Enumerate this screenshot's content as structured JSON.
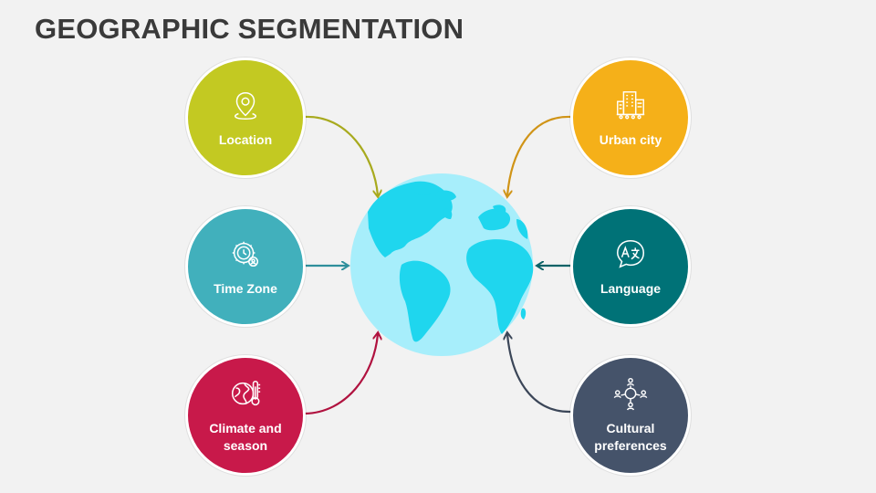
{
  "title": "GEOGRAPHIC SEGMENTATION",
  "colors": {
    "location": "#c3c922",
    "time_zone": "#41b0bc",
    "climate": "#c8194a",
    "urban": "#f5b019",
    "language": "#007277",
    "cultural": "#45536a",
    "globe_water": "#a7eefb",
    "globe_land": "#1fd6ee"
  },
  "nodes": {
    "location": {
      "label": "Location",
      "icon": "map-pin-icon"
    },
    "time_zone": {
      "label": "Time Zone",
      "icon": "clock-gear-icon"
    },
    "climate": {
      "label": "Climate and\nseason",
      "icon": "globe-thermometer-icon"
    },
    "urban": {
      "label": "Urban city",
      "icon": "city-buildings-icon"
    },
    "language": {
      "label": "Language",
      "icon": "translate-speech-icon"
    },
    "cultural": {
      "label": "Cultural\npreferences",
      "icon": "people-network-icon"
    }
  }
}
